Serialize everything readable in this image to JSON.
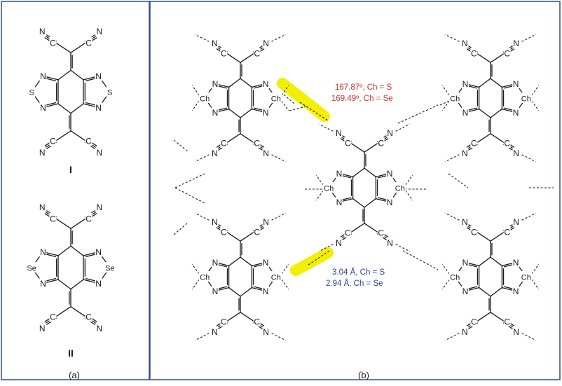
{
  "labels": {
    "panel_a": "(a)",
    "panel_b": "(b)",
    "compound_1": "I",
    "compound_2": "II"
  },
  "atoms": {
    "N": "N",
    "S": "S",
    "Se": "Se",
    "Ch": "Ch",
    "NC_left": "N≡C",
    "CN_right": "C≡N"
  },
  "annotations": {
    "angle_s": "167.87º, Ch = S",
    "angle_se": "169.49º, Ch = Se",
    "dist_s": "3.04 Å, Ch = S",
    "dist_se": "2.94 Å, Ch = Se"
  },
  "colors": {
    "frame": "#2f4f8f",
    "highlight": "#f2f000",
    "angle_text": "#e0302a",
    "distance_text": "#2b3fa8",
    "ink": "#1a1a1a"
  }
}
